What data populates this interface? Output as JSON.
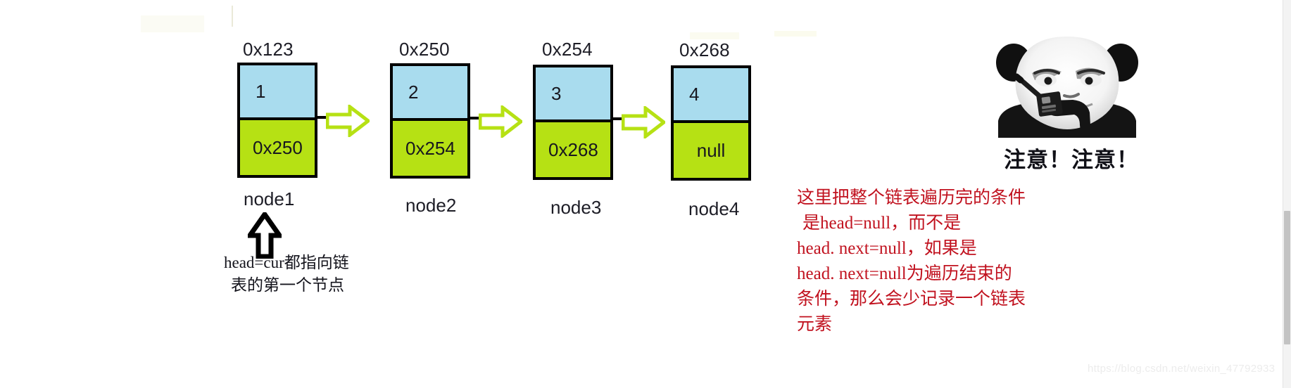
{
  "diagram": {
    "title": "singly-linked-list-traversal",
    "colors": {
      "data_cell": "#a9dcee",
      "next_cell": "#b6e114",
      "border": "#000000",
      "arrow_stroke": "#b6e114",
      "note_text": "#c1121f"
    },
    "nodes": [
      {
        "address": "0x123",
        "value": "1",
        "next": "0x250",
        "label": "node1"
      },
      {
        "address": "0x250",
        "value": "2",
        "next": "0x254",
        "label": "node2"
      },
      {
        "address": "0x254",
        "value": "3",
        "next": "0x268",
        "label": "node3"
      },
      {
        "address": "0x268",
        "value": "4",
        "next": "null",
        "label": "node4"
      }
    ],
    "head_pointer": {
      "icon": "arrow-up-icon",
      "caption_line1": "head=cur都指向链",
      "caption_line2": "表的第一个节点"
    },
    "link_arrows": [
      {
        "icon": "block-arrow-right-icon",
        "from": "node1",
        "to": "node2"
      },
      {
        "icon": "block-arrow-right-icon",
        "from": "node2",
        "to": "node3"
      },
      {
        "icon": "block-arrow-right-icon",
        "from": "node3",
        "to": "node4"
      }
    ]
  },
  "meme": {
    "icon": "panda-walkie-talkie-icon",
    "alt": "panda-head meme holding a walkie-talkie",
    "title": "注意！注意！"
  },
  "note": {
    "lines": [
      "这里把整个链表遍历完的条件",
      "是head=null，而不是",
      "head. next=null，如果是",
      "head. next=null为遍历结束的",
      "条件，那么会少记录一个链表",
      "元素"
    ]
  },
  "watermark": {
    "text": "https://blog.csdn.net/weixin_47792933"
  }
}
